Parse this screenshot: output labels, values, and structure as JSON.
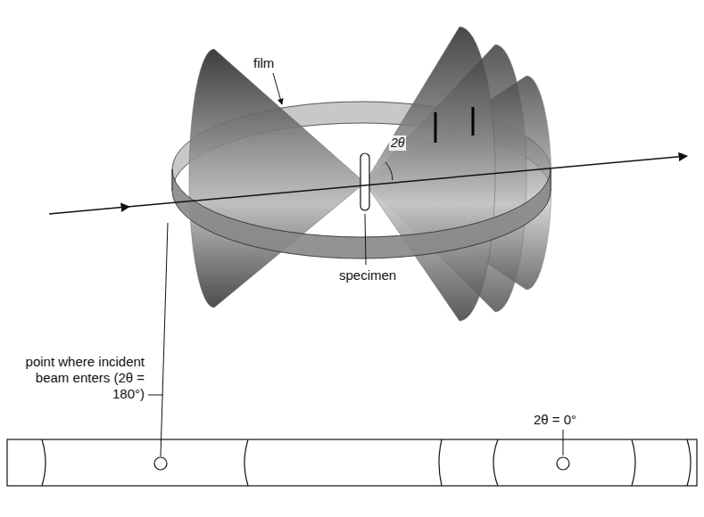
{
  "diagram": {
    "labels": [
      "film",
      "2θ",
      "specimen",
      "point where incident beam enters (2θ = 180°)",
      "2θ = 0°"
    ]
  }
}
